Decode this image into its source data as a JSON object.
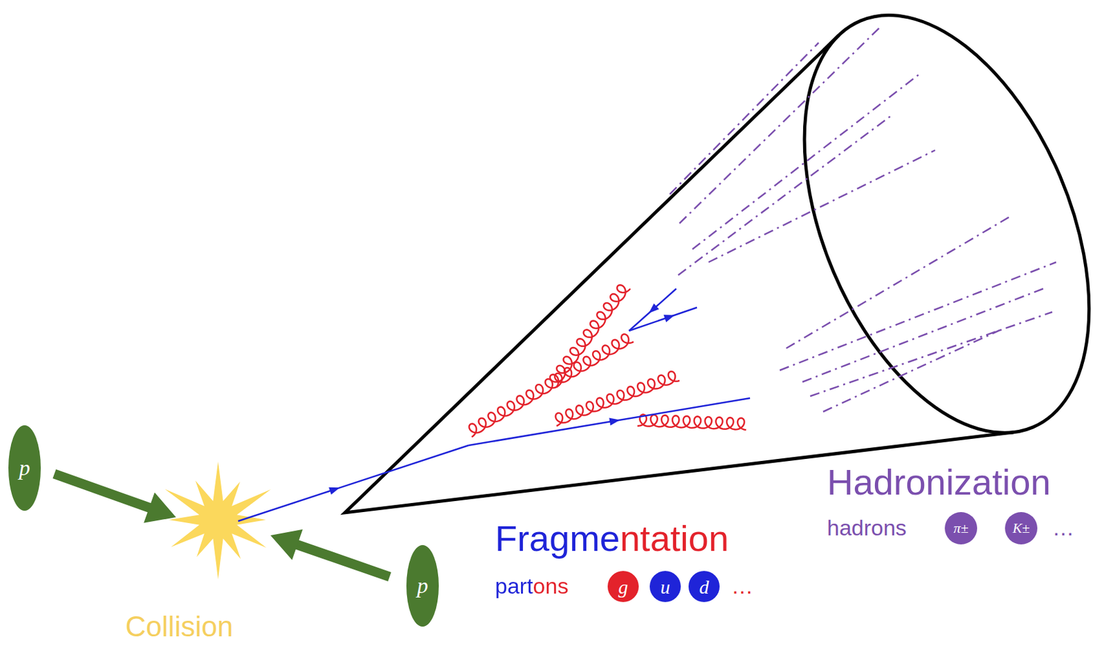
{
  "diagram": {
    "nodes": [
      {
        "text": [
          "p"
        ]
      },
      {
        "text": [
          "p"
        ]
      },
      {
        "text": [
          "g"
        ]
      },
      {
        "text": [
          "u"
        ]
      },
      {
        "text": [
          "d"
        ]
      },
      {
        "text": [
          "π±"
        ]
      },
      {
        "text": [
          "K±"
        ]
      }
    ],
    "labels": [
      "Collision",
      "Fragmentation",
      "partons",
      "…",
      "Hadronization",
      "hadrons",
      "…"
    ]
  }
}
